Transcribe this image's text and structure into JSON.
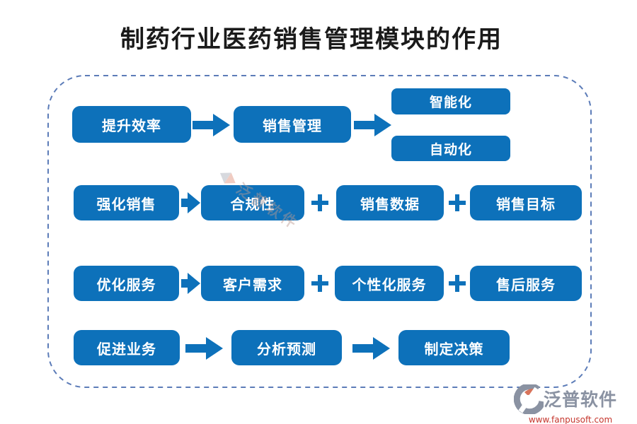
{
  "title": "制药行业医药销售管理模块的作用",
  "colors": {
    "button_blue": "#0d71ba",
    "border_dash": "#5c7cb8",
    "title_color": "#1a1a1a",
    "watermark_color": "#bb9a91",
    "logo_gray": "#8a92a2",
    "logo_red": "#c5352c"
  },
  "flow": {
    "row1": {
      "btn1": "提升效率",
      "btn2": "销售管理",
      "branch1": "智能化",
      "branch2": "自动化"
    },
    "row2": {
      "btn1": "强化销售",
      "btn2": "合规性",
      "btn3": "销售数据",
      "btn4": "销售目标"
    },
    "row3": {
      "btn1": "优化服务",
      "btn2": "客户需求",
      "btn3": "个性化服务",
      "btn4": "售后服务"
    },
    "row4": {
      "btn1": "促进业务",
      "btn2": "分析预测",
      "btn3": "制定决策"
    }
  },
  "watermark": {
    "text": "泛普软件"
  },
  "footer": {
    "brand": "泛普软件",
    "url": "www.fanpusoft.com"
  }
}
